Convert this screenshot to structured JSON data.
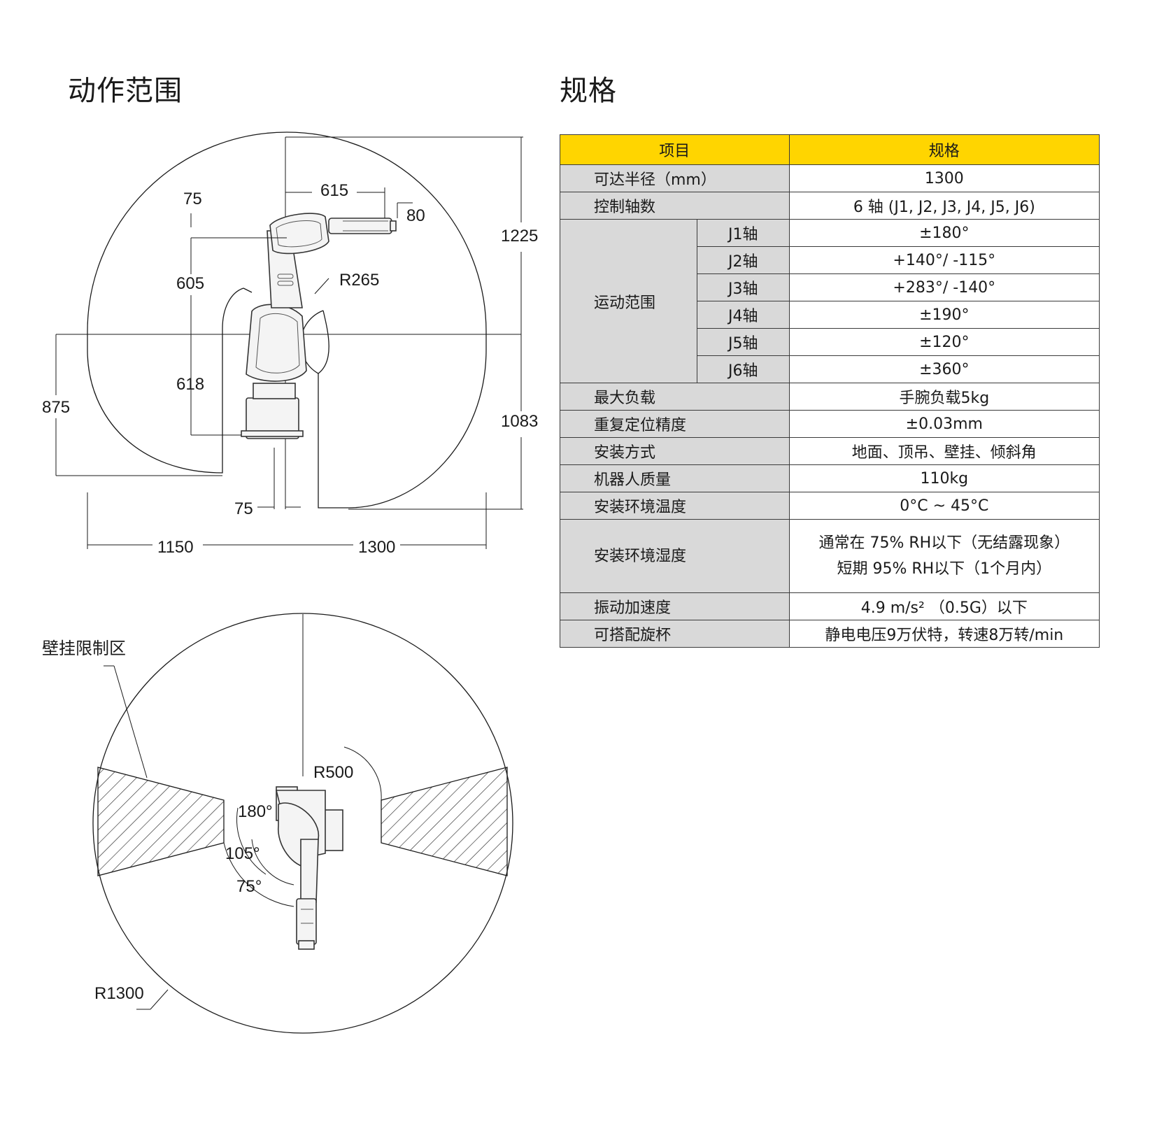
{
  "left_title": "动作范围",
  "right_title": "规格",
  "side_view": {
    "dims": {
      "d75_top": "75",
      "d615": "615",
      "d80": "80",
      "d1225": "1225",
      "d605": "605",
      "r265": "R265",
      "d618": "618",
      "d875": "875",
      "d1083": "1083",
      "d75_bottom": "75",
      "d1150": "1150",
      "d1300": "1300"
    }
  },
  "top_view": {
    "wall_zone_label": "壁挂限制区",
    "r500": "R500",
    "a180": "180°",
    "a105": "105°",
    "a75": "75°",
    "r1300": "R1300"
  },
  "spec_table": {
    "header": {
      "item": "项目",
      "spec": "规格"
    },
    "rows": [
      {
        "label": "可达半径（mm）",
        "value": "1300"
      },
      {
        "label": "控制轴数",
        "value": "6 轴 (J1, J2, J3, J4, J5, J6)"
      }
    ],
    "motion": {
      "label": "运动范围",
      "axes": [
        {
          "axis": "J1轴",
          "value": "±180°"
        },
        {
          "axis": "J2轴",
          "value": "+140°/ -115°"
        },
        {
          "axis": "J3轴",
          "value": "+283°/ -140°"
        },
        {
          "axis": "J4轴",
          "value": "±190°"
        },
        {
          "axis": "J5轴",
          "value": "±120°"
        },
        {
          "axis": "J6轴",
          "value": "±360°"
        }
      ]
    },
    "rows2": [
      {
        "label": "最大负载",
        "value": "手腕负载5kg"
      },
      {
        "label": "重复定位精度",
        "value": "±0.03mm"
      },
      {
        "label": "安装方式",
        "value": "地面、顶吊、壁挂、倾斜角"
      },
      {
        "label": "机器人质量",
        "value": "110kg"
      },
      {
        "label": "安装环境温度",
        "value": "0°C ~ 45°C"
      }
    ],
    "humidity": {
      "label": "安装环境湿度",
      "line1": "通常在 75% RH以下（无结露现象）",
      "line2": "短期 95% RH以下（1个月内）"
    },
    "rows3": [
      {
        "label": "振动加速度",
        "value": "4.9 m/s² （0.5G）以下"
      },
      {
        "label": "可搭配旋杯",
        "value": "静电电压9万伏特，转速8万转/min"
      }
    ]
  }
}
